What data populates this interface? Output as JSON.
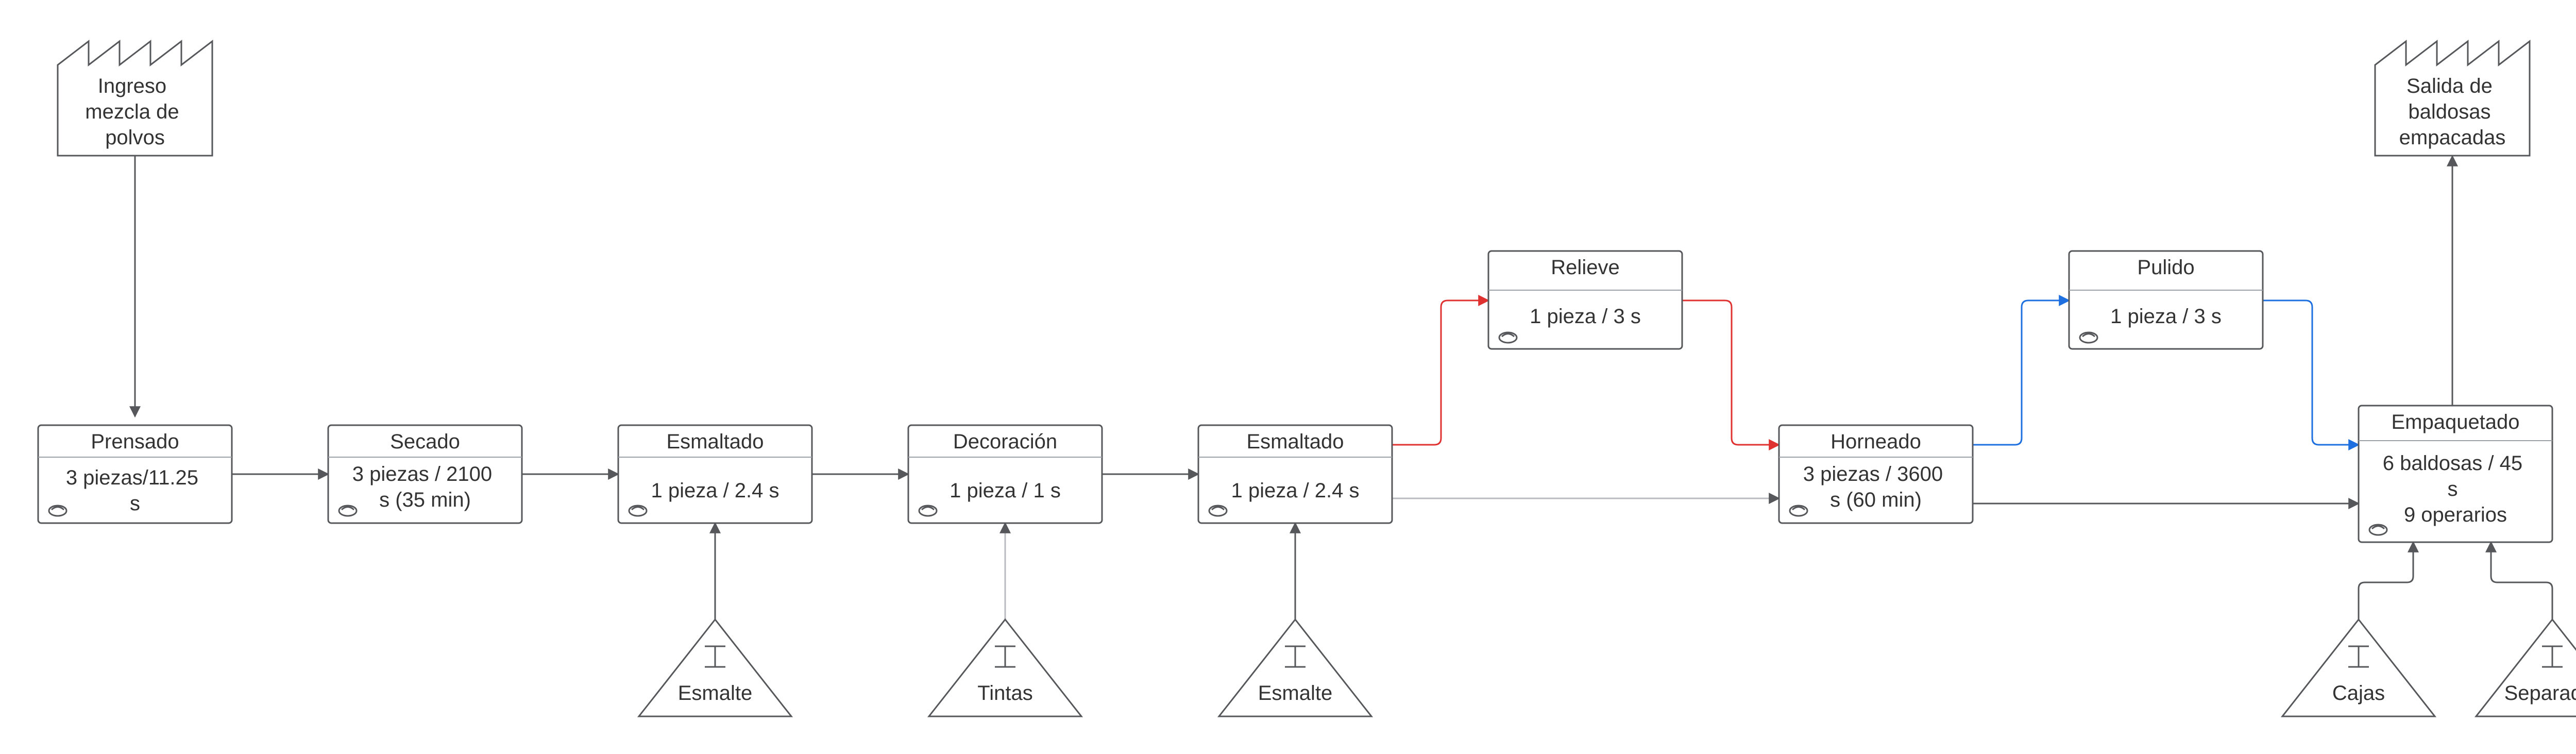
{
  "colors": {
    "line": "#55575a",
    "light_line": "#b8bbbf",
    "red": "#e03131",
    "blue": "#1e6fe0",
    "text": "#333333"
  },
  "sources": {
    "input_factory": {
      "lines": [
        "Ingreso",
        "mezcla de",
        "polvos"
      ]
    },
    "output_factory": {
      "lines": [
        "Salida de",
        "baldosas",
        "empacadas"
      ]
    }
  },
  "processes": {
    "prensado": {
      "title": "Prensado",
      "lines": [
        "3 piezas/11.25",
        "s"
      ]
    },
    "secado": {
      "title": "Secado",
      "lines": [
        "3 piezas / 2100",
        "s (35 min)"
      ]
    },
    "esmaltado1": {
      "title": "Esmaltado",
      "lines": [
        "1 pieza /  2.4 s"
      ]
    },
    "decoracion": {
      "title": "Decoración",
      "lines": [
        "1 pieza / 1 s"
      ]
    },
    "esmaltado2": {
      "title": "Esmaltado",
      "lines": [
        "1 pieza /  2.4 s"
      ]
    },
    "relieve": {
      "title": "Relieve",
      "lines": [
        "1 pieza /  3 s"
      ]
    },
    "horneado": {
      "title": "Horneado",
      "lines": [
        "3 piezas / 3600",
        "s (60 min)"
      ]
    },
    "pulido": {
      "title": "Pulido",
      "lines": [
        "1 pieza / 3 s"
      ]
    },
    "empaquetado": {
      "title": "Empaquetado",
      "lines": [
        "6 baldosas / 45",
        "s",
        "9 operarios"
      ]
    }
  },
  "inventories": {
    "esmalte1": {
      "label": "Esmalte"
    },
    "tintas": {
      "label": "Tintas"
    },
    "esmalte2": {
      "label": "Esmalte"
    },
    "cajas": {
      "label": "Cajas"
    },
    "separador": {
      "label": "Separador"
    }
  }
}
